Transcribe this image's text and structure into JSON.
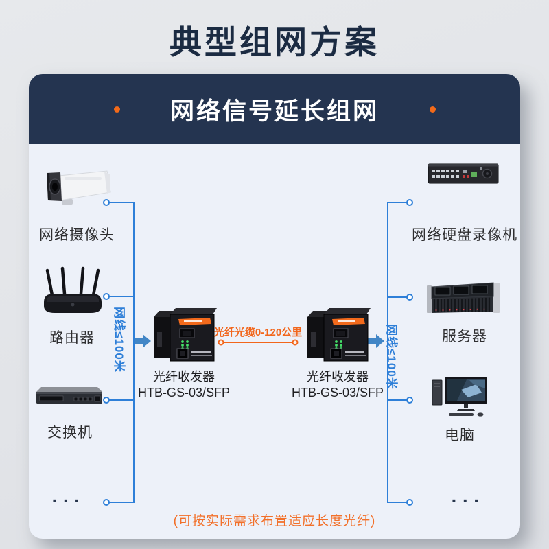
{
  "page": {
    "title": "典型组网方案"
  },
  "banner": {
    "title": "网络信号延长组网"
  },
  "left_column": {
    "camera_label": "网络摄像头",
    "router_label": "路由器",
    "switch_label": "交换机",
    "more_label": "···"
  },
  "right_column": {
    "nvr_label": "网络硬盘录像机",
    "server_label": "服务器",
    "pc_label": "电脑",
    "more_label": "···"
  },
  "converters": {
    "left": {
      "name": "光纤收发器",
      "model": "HTB-GS-03/SFP"
    },
    "right": {
      "name": "光纤收发器",
      "model": "HTB-GS-03/SFP"
    }
  },
  "links": {
    "left_cable_label": "网线≤100米",
    "right_cable_label": "网线≤100米",
    "fiber_label": "光纤光缆0-120公里",
    "note": "(可按实际需求布置适应长度光纤)"
  },
  "colors": {
    "header_navy": "#243450",
    "title_navy": "#1b2b42",
    "body_bg": "#edf1f9",
    "line_blue": "#2e7fd8",
    "arrow_blue": "#4286c6",
    "accent_orange": "#f2661c"
  }
}
